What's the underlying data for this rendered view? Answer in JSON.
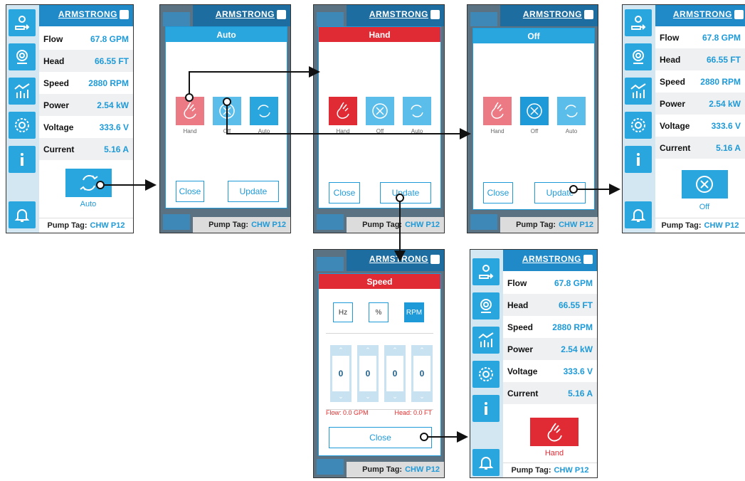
{
  "brand": {
    "logo_text": "ARMSTRONG",
    "accent": "#1e9ad8",
    "hand_red": "#e02b35",
    "auto_blue": "#2aa6df"
  },
  "status": {
    "rows": [
      {
        "label": "Flow",
        "value": "67.8 GPM"
      },
      {
        "label": "Head",
        "value": "66.55 FT"
      },
      {
        "label": "Speed",
        "value": "2880 RPM"
      },
      {
        "label": "Power",
        "value": "2.54 kW"
      },
      {
        "label": "Voltage",
        "value": "333.6 V"
      },
      {
        "label": "Current",
        "value": "5.16 A"
      }
    ],
    "pump_tag_label": "Pump Tag:",
    "pump_tag_value": "CHW P12",
    "sidebar_icons": [
      "user-transfer-icon",
      "pump-icon",
      "chart-icon",
      "gear-icon",
      "info-icon",
      "bell-icon"
    ]
  },
  "screens": {
    "auto_main": {
      "mode_label": "Auto"
    },
    "off_main": {
      "mode_label": "Off"
    },
    "hand_main": {
      "mode_label": "Hand"
    }
  },
  "dialogs": {
    "auto": {
      "title": "Auto",
      "header_color": "#2aa6df"
    },
    "hand": {
      "title": "Hand",
      "header_color": "#e02b35"
    },
    "off": {
      "title": "Off",
      "header_color": "#2aa6df"
    },
    "options": {
      "hand": "Hand",
      "off": "Off",
      "auto": "Auto"
    },
    "close_label": "Close",
    "update_label": "Update"
  },
  "speed_dialog": {
    "title": "Speed",
    "header_color": "#e02b35",
    "units": [
      "Hz",
      "%",
      "RPM"
    ],
    "selected_unit": "RPM",
    "digits": [
      "0",
      "0",
      "0",
      "0"
    ],
    "flow_readout": "Flow: 0.0 GPM",
    "head_readout": "Head: 0.0 FT",
    "close_label": "Close"
  }
}
